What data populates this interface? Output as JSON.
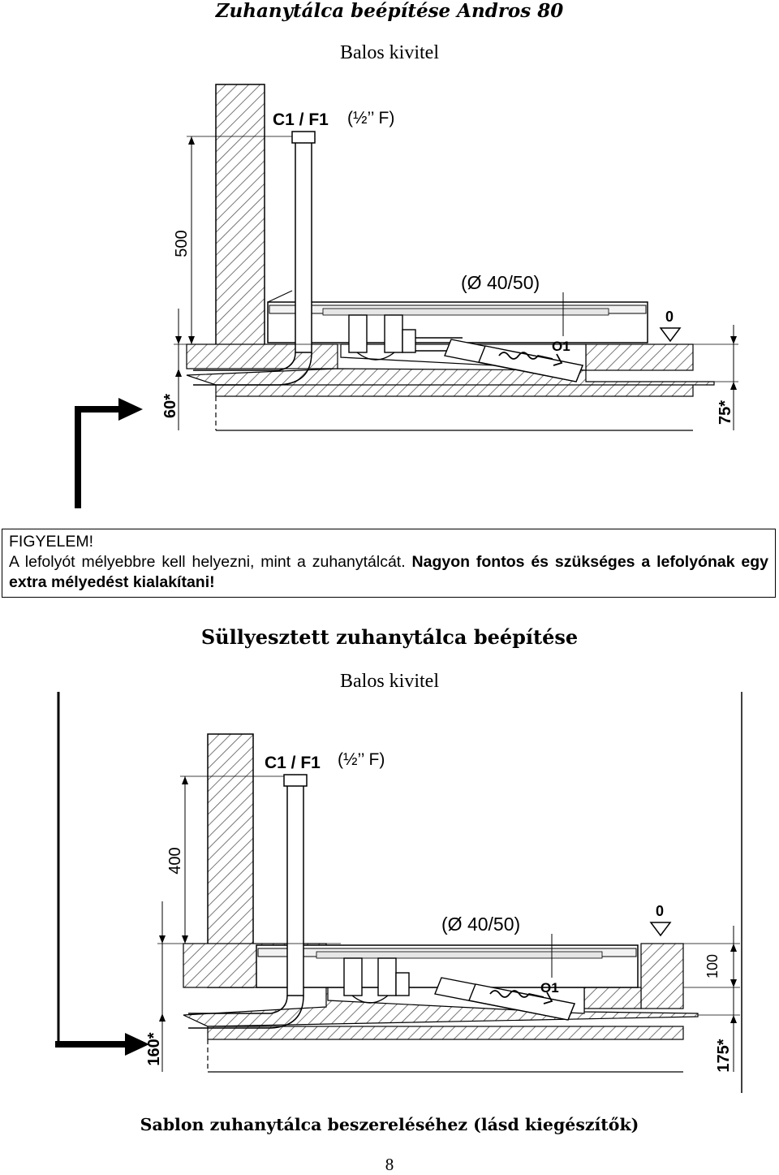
{
  "header": {
    "title": "Zuhanytálca beépítése Andros 80",
    "subtitle": "Balos kivitel"
  },
  "figure1": {
    "pipe_label": "C1 / F1",
    "pipe_size": "(½’’ F)",
    "drain_label": "(Ø 40/50)",
    "outlet_label": "O1",
    "zero_label": "0",
    "dim_height": "500",
    "dim_left": "60*",
    "dim_right": "75*"
  },
  "notice": {
    "heading": "FIGYELEM!",
    "line1": "A lefolyót mélyebbre kell helyezni, mint a zuhanytálcát.",
    "line1_bold": "Nagyon fontos és szükséges a",
    "line2_bold": "lefolyónak egy extra mélyedést kialakítani!"
  },
  "section2": {
    "title": "Süllyesztett zuhanytálca beépítése",
    "subtitle": "Balos kivitel"
  },
  "figure2": {
    "pipe_label": "C1 / F1",
    "pipe_size": "(½’’ F)",
    "drain_label": "(Ø 40/50)",
    "outlet_label": "O1",
    "zero_label": "0",
    "dim_height": "400",
    "dim_tray": "100",
    "dim_left": "160*",
    "dim_right": "175*"
  },
  "footer": {
    "caption": "Sablon zuhanytálca beszereléséhez (lásd kiegészítők)",
    "page_number": "8"
  }
}
